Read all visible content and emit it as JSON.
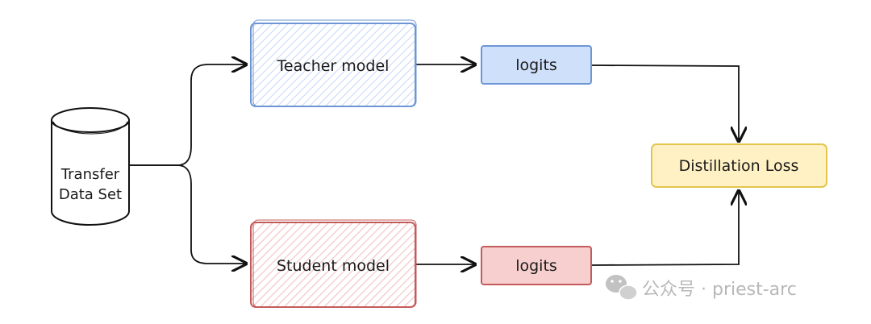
{
  "diagram": {
    "nodes": {
      "dataset": {
        "lines": [
          "Transfer",
          "Data Set"
        ],
        "shape": "cylinder"
      },
      "teacher": {
        "label": "Teacher model",
        "fill": "#dbe8fb",
        "stroke": "#6e96d6"
      },
      "teacher_logits": {
        "label": "logits",
        "fill": "#cfe0fb",
        "stroke": "#6e96d6"
      },
      "student": {
        "label": "Student model",
        "fill": "#f6d6d6",
        "stroke": "#c45b5b"
      },
      "student_logits": {
        "label": "logits",
        "fill": "#f7cfcf",
        "stroke": "#c45b5b"
      },
      "loss": {
        "label": "Distillation Loss",
        "fill": "#fff1c4",
        "stroke": "#e3c54c"
      }
    },
    "edges": [
      {
        "from": "dataset",
        "to": "teacher"
      },
      {
        "from": "dataset",
        "to": "student"
      },
      {
        "from": "teacher",
        "to": "teacher_logits"
      },
      {
        "from": "student",
        "to": "student_logits"
      },
      {
        "from": "teacher_logits",
        "to": "loss"
      },
      {
        "from": "student_logits",
        "to": "loss"
      }
    ]
  },
  "watermark": {
    "text": "公众号 · priest-arc",
    "icon": "wechat-icon"
  }
}
